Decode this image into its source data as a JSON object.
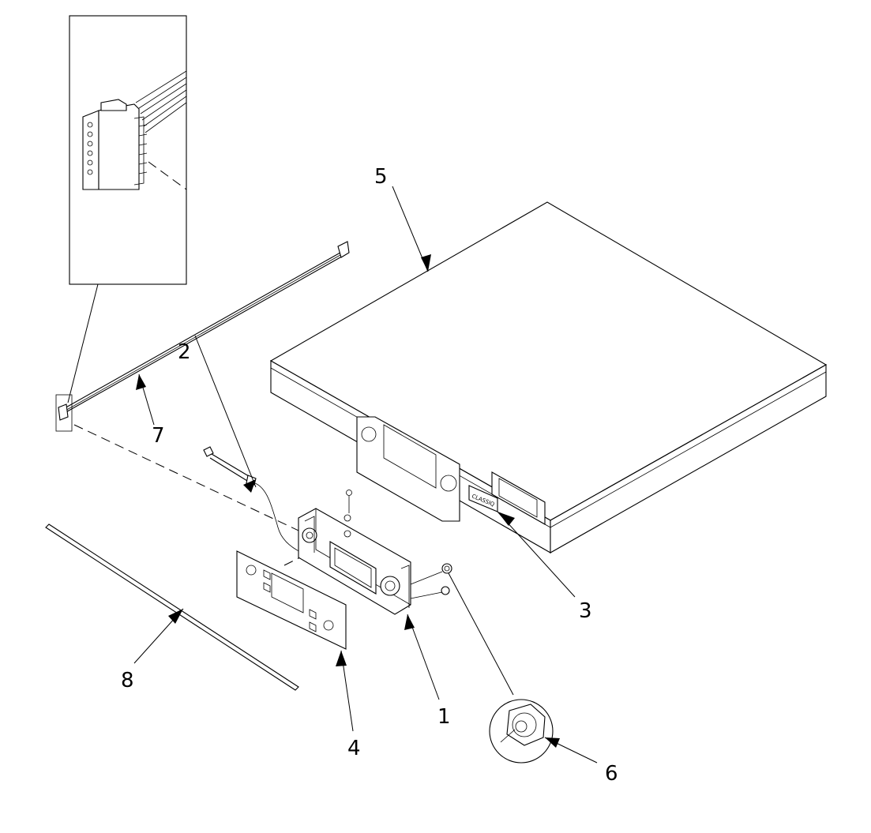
{
  "callouts": [
    {
      "id": "callout-1",
      "label": "1"
    },
    {
      "id": "callout-2",
      "label": "2"
    },
    {
      "id": "callout-3",
      "label": "3"
    },
    {
      "id": "callout-4",
      "label": "4"
    },
    {
      "id": "callout-5",
      "label": "5"
    },
    {
      "id": "callout-6",
      "label": "6"
    },
    {
      "id": "callout-7",
      "label": "7"
    },
    {
      "id": "callout-8",
      "label": "8"
    }
  ],
  "parts": {
    "badge_text": "CLASSIQ"
  }
}
